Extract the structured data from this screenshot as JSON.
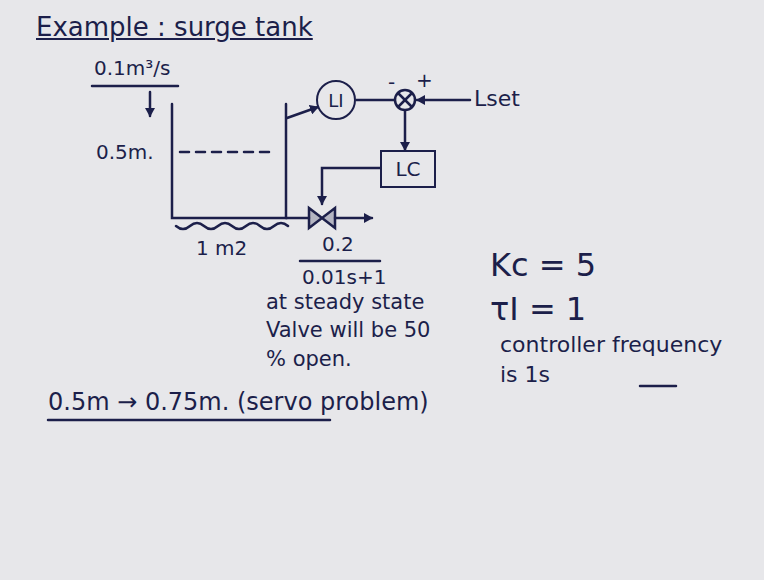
{
  "diagram": {
    "title": "Example : surge tank",
    "nodes": [
      {
        "text": [
          "LI"
        ]
      },
      {
        "text": [
          "LC"
        ]
      }
    ],
    "edges": [
      {
        "from": 0,
        "to": 1,
        "arrow": "to"
      }
    ],
    "labels": [
      "0.1m³/s",
      "0.5m.",
      "1 m2",
      "-",
      "+",
      "Lset",
      "0.2",
      "0.01s+1",
      "at steady state Valve will be 50 % open.",
      "Kc = 5",
      "τI = 1",
      "controller frequency is 1s",
      "0.5m → 0.75m. (servo problem)"
    ]
  }
}
